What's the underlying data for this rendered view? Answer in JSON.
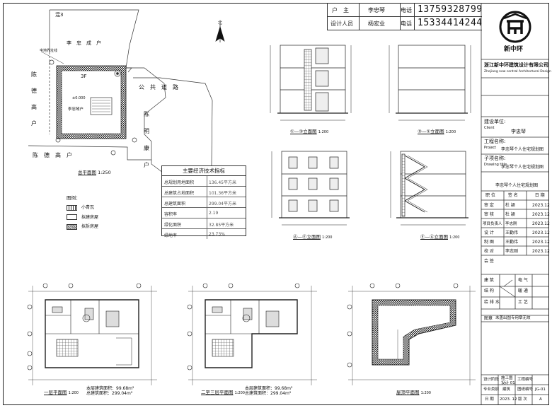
{
  "header": {
    "owner_label": "户　主",
    "owner_name": "李忠琴",
    "phone_label": "电话",
    "owner_phone": "13759328799",
    "designer_label": "设计人员",
    "designer_name": "杨宏业",
    "designer_phone": "15334414244"
  },
  "logo": {
    "text": "新中环"
  },
  "company": {
    "name_cn": "浙江新中环建筑设计有限公司",
    "name_en": "Zhejiang new central Architectural Design Co.,Ltd."
  },
  "site_plan": {
    "label_hunsan": "混3",
    "label_north_plot": "李　忠　成　户",
    "label_boundary": "宅地界址线",
    "label_west_plot": [
      "陈",
      "德",
      "高",
      "户"
    ],
    "label_bottom_plot": "陈　德　高　户",
    "label_road": "公　共　道　路",
    "label_east_plot": [
      "陈",
      "明",
      "康",
      "户"
    ],
    "label_floors": "3F",
    "label_house": "李忠琴户",
    "label_elev": "±0.000",
    "north_label": "北",
    "title": "总平面图",
    "scale": "1:250"
  },
  "econ": {
    "title": "主要经济技术指标",
    "rows": [
      {
        "key": "总规划用地面积",
        "value": "136.45平方米"
      },
      {
        "key": "总建筑占地面积",
        "value": "101.36平方米"
      },
      {
        "key": "总建筑面积",
        "value": "299.04平方米"
      },
      {
        "key": "容积率",
        "value": "2.19"
      },
      {
        "key": "绿化面积",
        "value": "32.85平方米"
      },
      {
        "key": "绿地率",
        "value": "23.73%"
      }
    ]
  },
  "legend": {
    "title": "图例：",
    "items": [
      "小青瓦",
      "拟建房屋",
      "拟拆房屋"
    ]
  },
  "elevations": [
    {
      "title": "①—③立面图",
      "scale": "1:200"
    },
    {
      "title": "③—①立面图",
      "scale": "1:200"
    },
    {
      "title": "Ⓐ—Ⓔ立面图",
      "scale": "1:200"
    },
    {
      "title": "Ⓔ—Ⓐ立面图",
      "scale": "1:200"
    }
  ],
  "plans": [
    {
      "title": "一层平面图",
      "scale": "1:200",
      "area1": "本层建筑面积：99.68m²",
      "area2": "总建筑面积：299.04m²"
    },
    {
      "title": "二至三层平面图",
      "scale": "1:200",
      "area1": "本层建筑面积：99.68m²",
      "area2": "总建筑面积：299.04m²"
    },
    {
      "title": "屋顶平面图",
      "scale": "1:200"
    }
  ],
  "titleblock": {
    "client_cn": "建设单位:",
    "client_en": "Client",
    "client_value": "李忠琴",
    "project_cn": "工程名称:",
    "project_en": "Project",
    "project_value": "李忠琴个人住宅规划图",
    "drawing_cn": "子项名称:",
    "drawing_en": "Drawing title",
    "drawing_value": "李忠琴个人住宅规划图",
    "sign_header": [
      "职 位",
      "签 名",
      "日 期"
    ],
    "sign_rows": [
      {
        "role": "审 定",
        "name": "杜 颖",
        "date": "2023.12"
      },
      {
        "role": "审 核",
        "name": "杜 颖",
        "date": "2023.12"
      },
      {
        "role": "项目负责人",
        "name": "李志刚",
        "date": "2023.12"
      },
      {
        "role": "设 计",
        "name": "王勤伟",
        "date": "2023.12"
      },
      {
        "role": "制 图",
        "name": "王勤伟",
        "date": "2023.12"
      },
      {
        "role": "校 对",
        "name": "李志刚",
        "date": "2023.12"
      }
    ],
    "cosign": "会 签",
    "trades": [
      "建 筑",
      "电 气",
      "结 构",
      "暖 通",
      "给 排 水",
      "工 艺"
    ],
    "seal_label": "图章",
    "note": "未盖出图专用章无效",
    "stage_label": "设计阶段",
    "stage_value": "施工图",
    "design_no_label": "工程编号",
    "design_no_value": "设计 01",
    "specialty_label": "专业类别",
    "specialty_value": "建筑",
    "sheet_no_label": "图纸编号",
    "sheet_no_value": "JG-01",
    "date_label": "日 期",
    "date_value": "2023. 12",
    "rev_label": "版 次",
    "rev_value": "A"
  }
}
